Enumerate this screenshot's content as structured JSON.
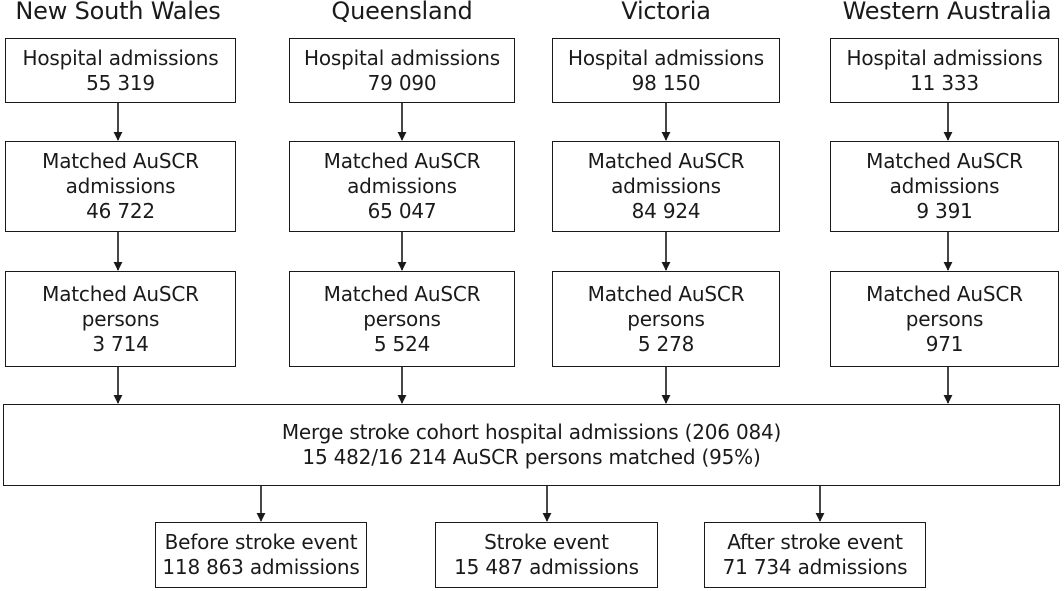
{
  "columns": [
    {
      "state": "New South Wales",
      "hospital": {
        "label": "Hospital admissions",
        "value": "55 319"
      },
      "matched_admissions": {
        "label1": "Matched AuSCR",
        "label2": "admissions",
        "value": "46 722"
      },
      "matched_persons": {
        "label1": "Matched AuSCR",
        "label2": "persons",
        "value": "3 714"
      }
    },
    {
      "state": "Queensland",
      "hospital": {
        "label": "Hospital admissions",
        "value": "79 090"
      },
      "matched_admissions": {
        "label1": "Matched AuSCR",
        "label2": "admissions",
        "value": "65 047"
      },
      "matched_persons": {
        "label1": "Matched AuSCR",
        "label2": "persons",
        "value": "5 524"
      }
    },
    {
      "state": "Victoria",
      "hospital": {
        "label": "Hospital admissions",
        "value": "98 150"
      },
      "matched_admissions": {
        "label1": "Matched AuSCR",
        "label2": "admissions",
        "value": "84 924"
      },
      "matched_persons": {
        "label1": "Matched AuSCR",
        "label2": "persons",
        "value": "5 278"
      }
    },
    {
      "state": "Western Australia",
      "hospital": {
        "label": "Hospital admissions",
        "value": "11 333"
      },
      "matched_admissions": {
        "label1": "Matched AuSCR",
        "label2": "admissions",
        "value": "9 391"
      },
      "matched_persons": {
        "label1": "Matched AuSCR",
        "label2": "persons",
        "value": "971"
      }
    }
  ],
  "merge": {
    "line1": "Merge stroke cohort hospital admissions (206 084)",
    "line2": "15 482/16 214 AuSCR persons matched (95%)"
  },
  "outcomes": [
    {
      "line1": "Before stroke event",
      "line2": "118 863 admissions"
    },
    {
      "line1": "Stroke event",
      "line2": "15 487 admissions"
    },
    {
      "line1": "After stroke event",
      "line2": "71 734 admissions"
    }
  ]
}
